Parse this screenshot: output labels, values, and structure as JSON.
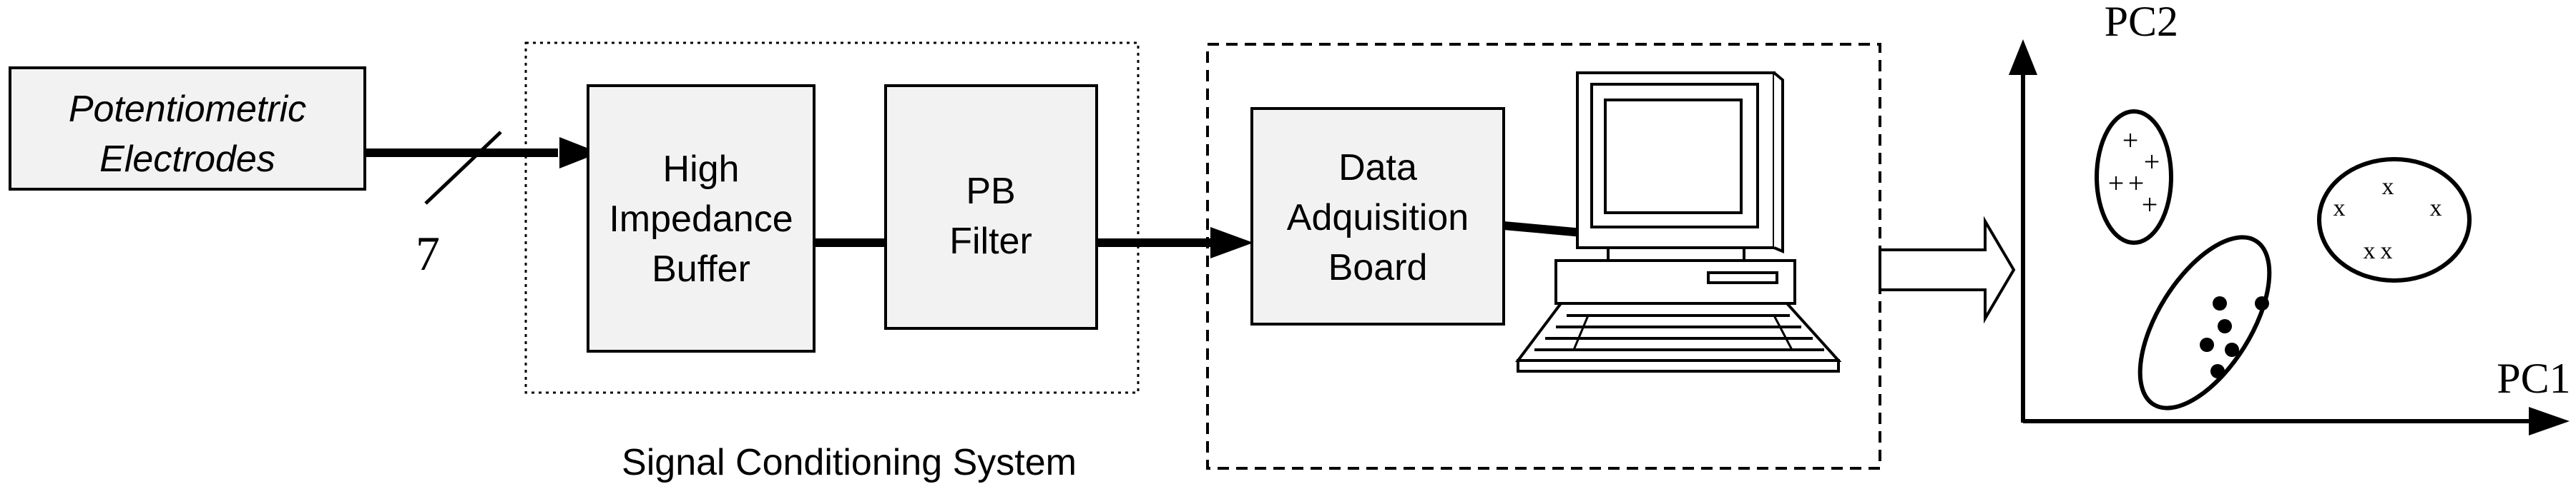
{
  "electrodes": {
    "line1": "Potentiometric",
    "line2": "Electrodes"
  },
  "bus_count": "7",
  "buffer": {
    "line1": "High",
    "line2": "Impedance",
    "line3": "Buffer"
  },
  "filter": {
    "line1": "PB",
    "line2": "Filter"
  },
  "conditioning_label": "Signal Conditioning System",
  "daq": {
    "line1": "Data",
    "line2": "Adquisition",
    "line3": "Board"
  },
  "axes": {
    "x": "PC1",
    "y": "PC2"
  },
  "clusters": {
    "plus_marker": "+",
    "cross_marker": "x"
  }
}
